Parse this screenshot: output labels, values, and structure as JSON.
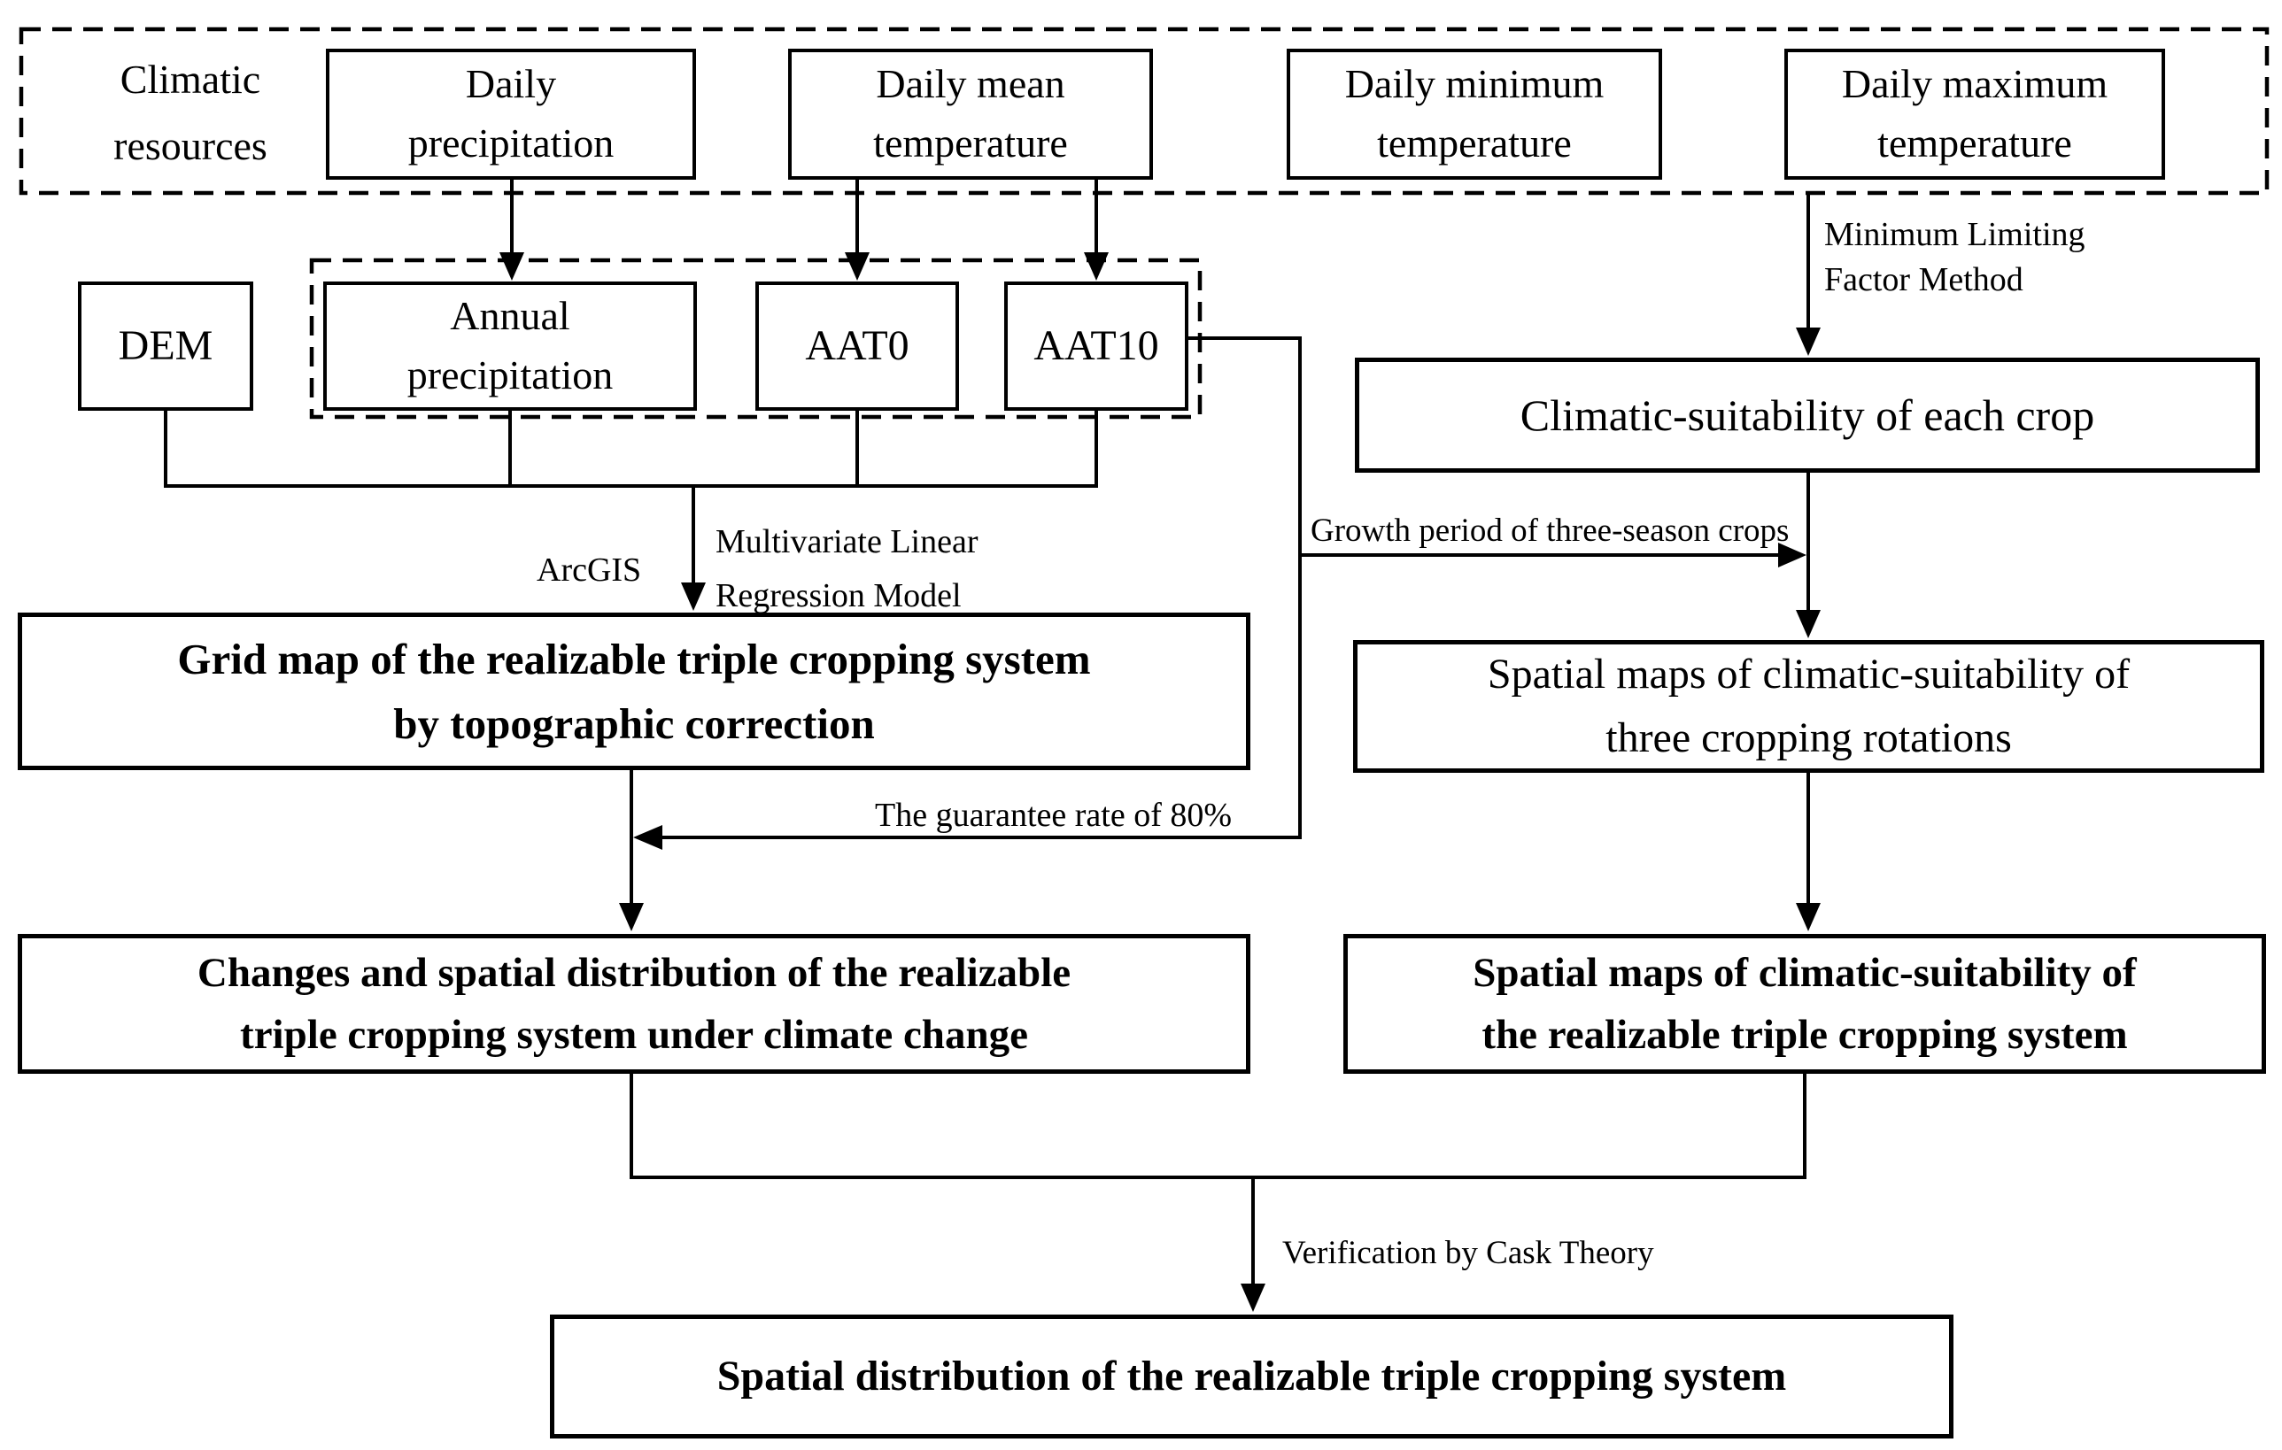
{
  "boxes": {
    "climatic_resources": "Climatic\nresources",
    "daily_precipitation": "Daily\nprecipitation",
    "daily_mean_temperature": "Daily mean\ntemperature",
    "daily_minimum_temperature": "Daily minimum\ntemperature",
    "daily_maximum_temperature": "Daily maximum\ntemperature",
    "dem": "DEM",
    "annual_precipitation": "Annual\nprecipitation",
    "aat0": "AAT0",
    "aat10": "AAT10",
    "climatic_suitability_each_crop": "Climatic-suitability of each crop",
    "grid_map": "Grid map of the realizable triple cropping system\nby topographic correction",
    "rotation_suitability_maps": "Spatial maps of climatic-suitability of\nthree cropping rotations",
    "changes_distribution": "Changes and spatial distribution of the realizable\ntriple cropping system under climate change",
    "realizable_suitability_maps": "Spatial maps of climatic-suitability of\nthe realizable triple cropping system",
    "spatial_distribution": "Spatial distribution of the realizable triple cropping system"
  },
  "labels": {
    "minimum_limiting": "Minimum Limiting\nFactor Method",
    "arcgis": "ArcGIS",
    "regression_model": "Multivariate Linear\nRegression Model",
    "growth_period": "Growth period of three-season crops",
    "guarantee_rate": "The guarantee rate of 80%",
    "verification": "Verification by Cask Theory"
  },
  "colors": {
    "ink": "#000000",
    "background": "#ffffff"
  }
}
